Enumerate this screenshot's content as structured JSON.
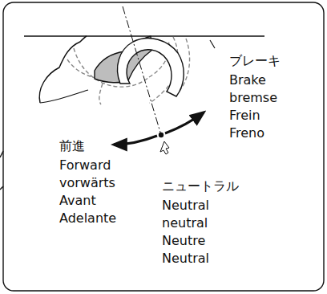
{
  "diagram": {
    "labels": [
      "ブレーキ",
      "Brake",
      "bremse",
      "Frein",
      "Freno",
      "前進",
      "Forward",
      "vorwärts",
      "Avant",
      "Adelante",
      "ニュートラル",
      "Neutral",
      "neutral",
      "Neutre",
      "Neutral"
    ]
  }
}
